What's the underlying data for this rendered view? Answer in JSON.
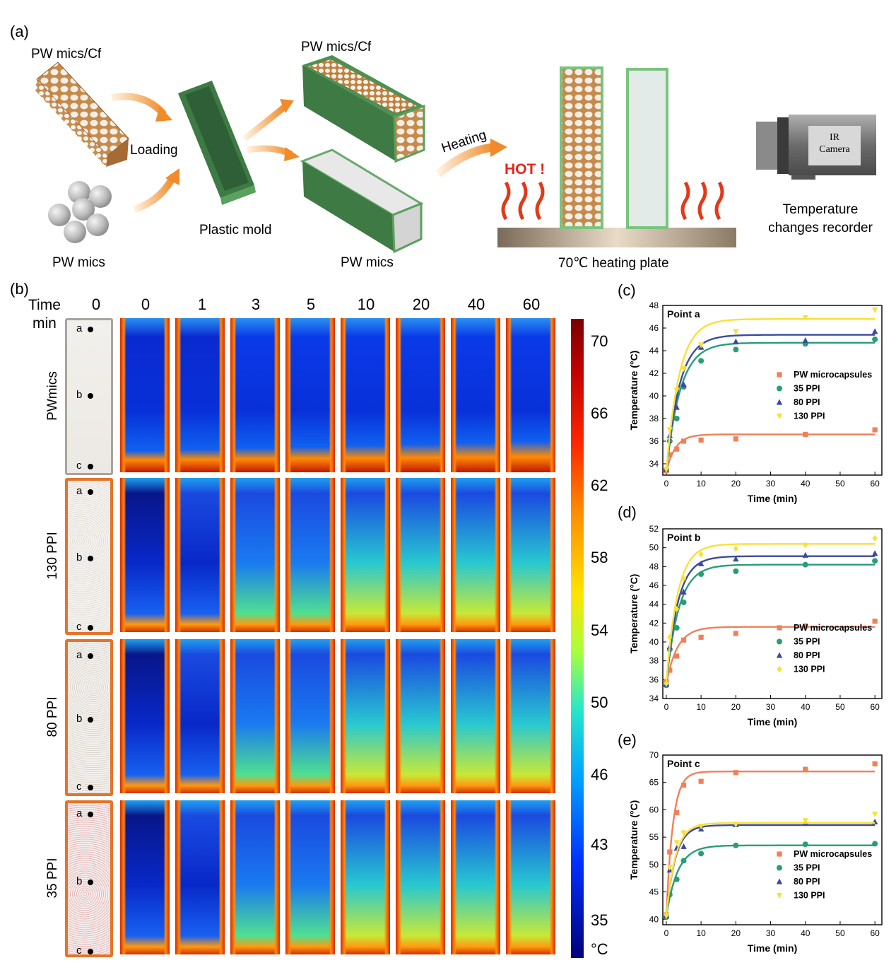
{
  "panel_a": {
    "letter": "(a)",
    "pw_mics_cf": "PW mics/Cf",
    "pw_mics": "PW mics",
    "loading": "Loading",
    "plastic_mold": "Plastic mold",
    "pw_mics_cf_2": "PW mics/Cf",
    "pw_mics_2": "PW mics",
    "heating": "Heating",
    "hot": "HOT !",
    "heating_plate": "70℃ heating plate",
    "ir_camera_line1": "IR",
    "ir_camera_line2": "Camera",
    "recorder_line1": "Temperature",
    "recorder_line2": "changes recorder"
  },
  "panel_b": {
    "letter": "(b)",
    "time_label": "Time",
    "min_label": "min",
    "times": [
      "0",
      "0",
      "1",
      "3",
      "5",
      "10",
      "20",
      "40",
      "60"
    ],
    "rows": [
      "PWmics",
      "130 PPI",
      "80 PPI",
      "35 PPI"
    ],
    "points": [
      "a",
      "b",
      "c"
    ],
    "colorbar_ticks": [
      "70",
      "66",
      "62",
      "58",
      "54",
      "50",
      "46",
      "43",
      "35"
    ],
    "colorbar_unit": "°C"
  },
  "colors": {
    "pw": "#f0805a",
    "ppi35": "#2a9d78",
    "ppi80": "#3b4aa0",
    "ppi130": "#f7e13a"
  },
  "chart_data": [
    {
      "panel": "(c)",
      "type": "scatter",
      "title": "Point a",
      "xlabel": "Time (min)",
      "ylabel": "Temperature (°C)",
      "xlim": [
        -1,
        62
      ],
      "ylim": [
        33,
        48
      ],
      "xticks": [
        0,
        10,
        20,
        30,
        40,
        50,
        60
      ],
      "yticks": [
        34,
        36,
        38,
        40,
        42,
        44,
        46,
        48
      ],
      "legend_placement": "center-right",
      "series": [
        {
          "name": "PW microcapsules",
          "marker": "square",
          "color": "#f0805a",
          "x": [
            0,
            1,
            3,
            5,
            10,
            20,
            40,
            60
          ],
          "y": [
            33.4,
            34.8,
            35.3,
            36.0,
            36.1,
            36.2,
            36.6,
            37.0
          ],
          "fit": {
            "a": 33.3,
            "b": 36.6,
            "tau": 2.6
          }
        },
        {
          "name": "35 PPI",
          "marker": "circle",
          "color": "#2a9d78",
          "x": [
            0,
            1,
            3,
            5,
            10,
            20,
            40,
            60
          ],
          "y": [
            33.5,
            36.0,
            38.0,
            40.8,
            43.1,
            44.1,
            44.6,
            45.0
          ],
          "fit": {
            "a": 33.3,
            "b": 44.7,
            "tau": 4.0
          }
        },
        {
          "name": "80 PPI",
          "marker": "triangle",
          "color": "#3b4aa0",
          "x": [
            0,
            1,
            3,
            5,
            10,
            20,
            40,
            60
          ],
          "y": [
            33.5,
            36.5,
            39.0,
            41.0,
            44.3,
            44.8,
            44.9,
            45.7
          ],
          "fit": {
            "a": 33.3,
            "b": 45.4,
            "tau": 3.8
          }
        },
        {
          "name": "130 PPI",
          "marker": "down-triangle",
          "color": "#f7e13a",
          "x": [
            0,
            1,
            3,
            5,
            10,
            20,
            40,
            60
          ],
          "y": [
            33.5,
            37.0,
            40.5,
            42.4,
            44.5,
            45.7,
            46.9,
            47.6
          ],
          "fit": {
            "a": 33.3,
            "b": 46.8,
            "tau": 3.7
          }
        }
      ]
    },
    {
      "panel": "(d)",
      "type": "scatter",
      "title": "Point b",
      "xlabel": "Time (min)",
      "ylabel": "Temperature (°C)",
      "xlim": [
        -1,
        62
      ],
      "ylim": [
        34,
        52
      ],
      "xticks": [
        0,
        10,
        20,
        30,
        40,
        50,
        60
      ],
      "yticks": [
        34,
        36,
        38,
        40,
        42,
        44,
        46,
        48,
        50,
        52
      ],
      "legend_placement": "bottom-right",
      "series": [
        {
          "name": "PW microcapsules",
          "marker": "square",
          "color": "#f0805a",
          "x": [
            0,
            1,
            3,
            5,
            10,
            20,
            40,
            60
          ],
          "y": [
            35.8,
            37.0,
            38.5,
            40.2,
            40.5,
            40.9,
            41.7,
            42.2
          ],
          "fit": {
            "a": 35.6,
            "b": 41.6,
            "tau": 3.2
          }
        },
        {
          "name": "35 PPI",
          "marker": "circle",
          "color": "#2a9d78",
          "x": [
            0,
            1,
            3,
            5,
            10,
            20,
            40,
            60
          ],
          "y": [
            35.4,
            39.2,
            41.5,
            44.2,
            47.2,
            47.5,
            48.2,
            48.6
          ],
          "fit": {
            "a": 35.6,
            "b": 48.2,
            "tau": 3.6
          }
        },
        {
          "name": "80 PPI",
          "marker": "triangle",
          "color": "#3b4aa0",
          "x": [
            0,
            1,
            3,
            5,
            10,
            20,
            40,
            60
          ],
          "y": [
            35.5,
            39.5,
            43.7,
            45.3,
            48.3,
            48.8,
            49.2,
            49.4
          ],
          "fit": {
            "a": 35.6,
            "b": 49.1,
            "tau": 3.3
          }
        },
        {
          "name": "130 PPI",
          "marker": "diamond",
          "color": "#f7e13a",
          "x": [
            0,
            1,
            3,
            5,
            10,
            20,
            40,
            60
          ],
          "y": [
            35.6,
            40.5,
            43.5,
            46.7,
            49.3,
            49.9,
            50.3,
            51.0
          ],
          "fit": {
            "a": 35.6,
            "b": 50.4,
            "tau": 3.2
          }
        }
      ]
    },
    {
      "panel": "(e)",
      "type": "scatter",
      "title": "Point c",
      "xlabel": "Time (min)",
      "ylabel": "Temperature (°C)",
      "xlim": [
        -1,
        62
      ],
      "ylim": [
        39,
        70
      ],
      "xticks": [
        0,
        10,
        20,
        30,
        40,
        50,
        60
      ],
      "yticks": [
        40,
        45,
        50,
        55,
        60,
        65,
        70
      ],
      "legend_placement": "bottom-right",
      "series": [
        {
          "name": "PW microcapsules",
          "marker": "square",
          "color": "#f0805a",
          "x": [
            0,
            1,
            3,
            5,
            10,
            20,
            40,
            60
          ],
          "y": [
            40.8,
            52.3,
            59.5,
            64.5,
            65.2,
            66.8,
            67.4,
            68.4
          ],
          "fit": {
            "a": 40.6,
            "b": 67.0,
            "tau": 1.9
          }
        },
        {
          "name": "35 PPI",
          "marker": "circle",
          "color": "#2a9d78",
          "x": [
            0,
            1,
            3,
            5,
            10,
            20,
            40,
            60
          ],
          "y": [
            40.4,
            44.5,
            47.3,
            50.7,
            52.0,
            53.5,
            53.7,
            53.8
          ],
          "fit": {
            "a": 40.6,
            "b": 53.5,
            "tau": 3.3
          }
        },
        {
          "name": "80 PPI",
          "marker": "triangle",
          "color": "#3b4aa0",
          "x": [
            0,
            1,
            3,
            5,
            10,
            20,
            40,
            60
          ],
          "y": [
            40.6,
            49.0,
            53.0,
            53.3,
            56.5,
            57.3,
            57.7,
            57.8
          ],
          "fit": {
            "a": 40.6,
            "b": 57.2,
            "tau": 2.6
          }
        },
        {
          "name": "130 PPI",
          "marker": "down-triangle",
          "color": "#f7e13a",
          "x": [
            0,
            1,
            3,
            5,
            10,
            20,
            40,
            60
          ],
          "y": [
            40.6,
            49.5,
            54.0,
            55.8,
            57.0,
            57.3,
            58.0,
            59.2
          ],
          "fit": {
            "a": 40.6,
            "b": 57.6,
            "tau": 2.6
          }
        }
      ]
    }
  ]
}
